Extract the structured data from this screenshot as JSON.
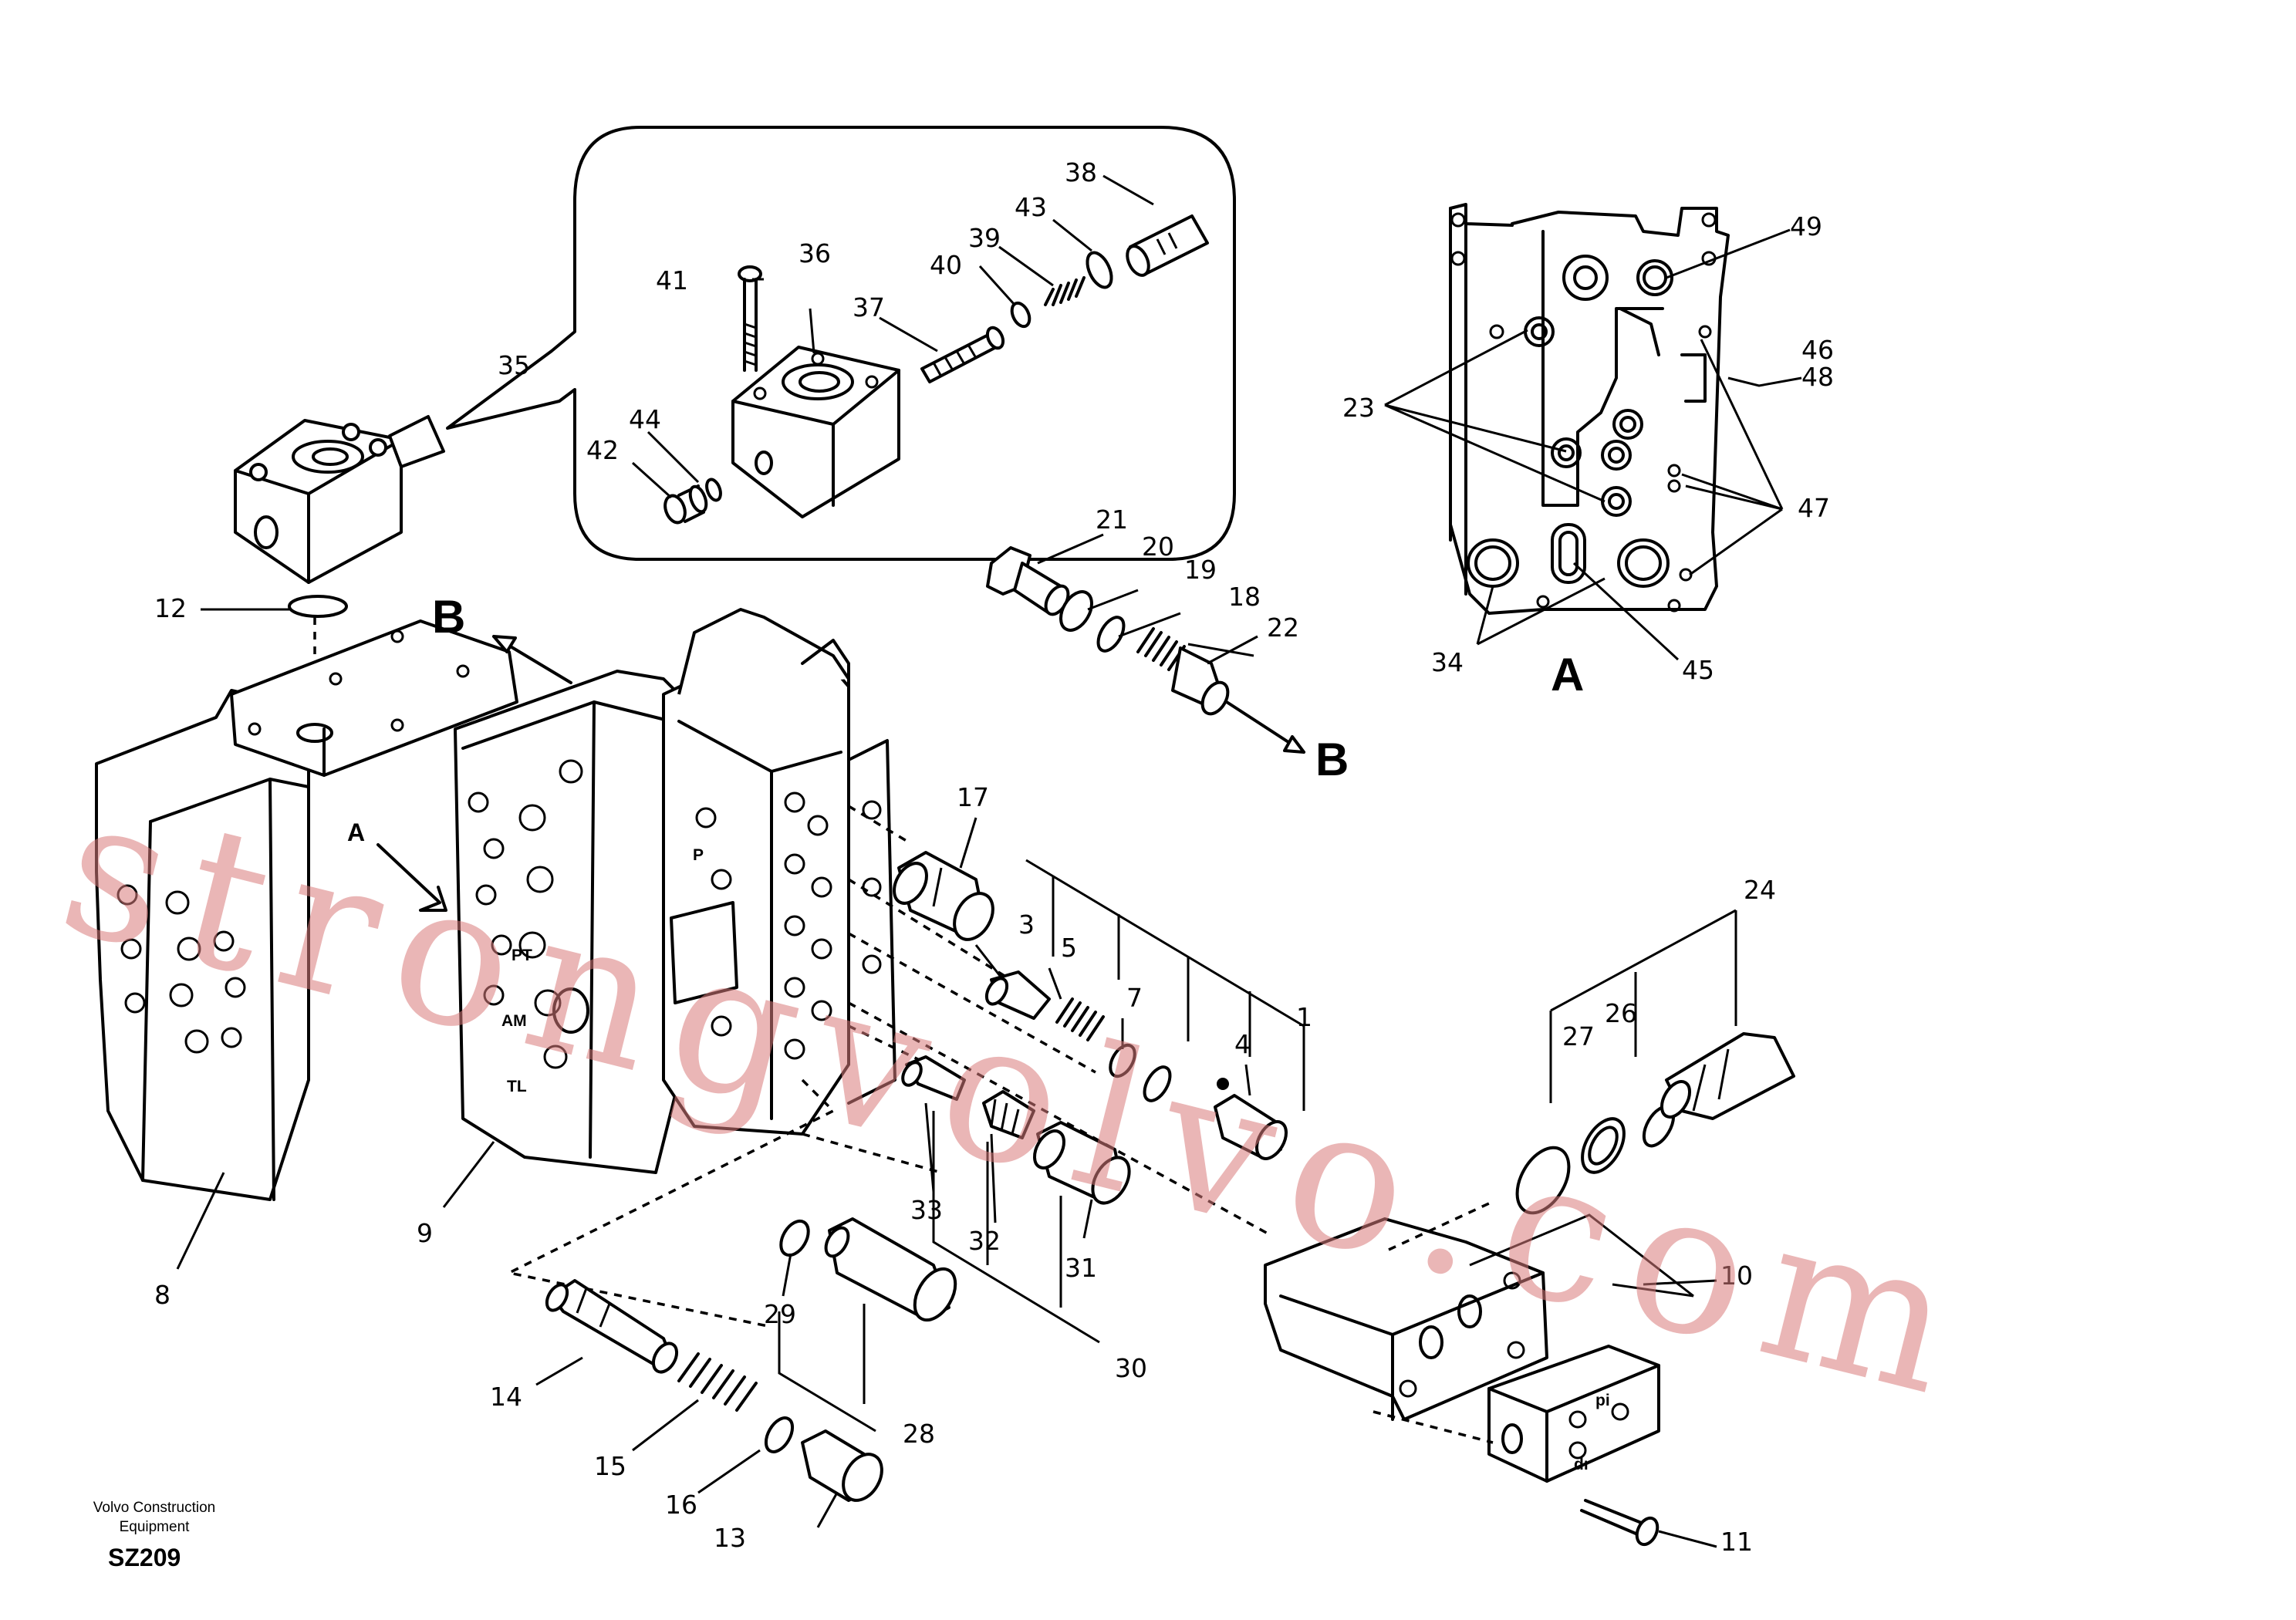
{
  "labels": {
    "n1": "1",
    "n3": "3",
    "n4": "4",
    "n5": "5",
    "n7": "7",
    "n8": "8",
    "n9": "9",
    "n10": "10",
    "n11": "11",
    "n12": "12",
    "n13": "13",
    "n14": "14",
    "n15": "15",
    "n16": "16",
    "n17": "17",
    "n18": "18",
    "n19": "19",
    "n20": "20",
    "n21": "21",
    "n22": "22",
    "n23": "23",
    "n24": "24",
    "n26": "26",
    "n27": "27",
    "n28": "28",
    "n29": "29",
    "n30": "30",
    "n31": "31",
    "n32": "32",
    "n33": "33",
    "n34": "34",
    "n35": "35",
    "n36": "36",
    "n37": "37",
    "n38": "38",
    "n39": "39",
    "n40": "40",
    "n41": "41",
    "n42": "42",
    "n43": "43",
    "n44": "44",
    "n45": "45",
    "n46": "46",
    "n47": "47",
    "n48": "48",
    "n49": "49"
  },
  "view_markers": {
    "a_main": "A",
    "a_view": "A",
    "b_top": "B",
    "b_right": "B"
  },
  "block_markings": {
    "p": "P",
    "pt": "PT",
    "am": "AM",
    "tl": "TL",
    "pi": "pi",
    "dr": "dr"
  },
  "footer": {
    "manufacturer_line1": "Volvo Construction",
    "manufacturer_line2": "Equipment",
    "drawing_code": "SZ209"
  },
  "watermark": {
    "text": "strongvolvo.com",
    "color": "#d97c7c"
  }
}
